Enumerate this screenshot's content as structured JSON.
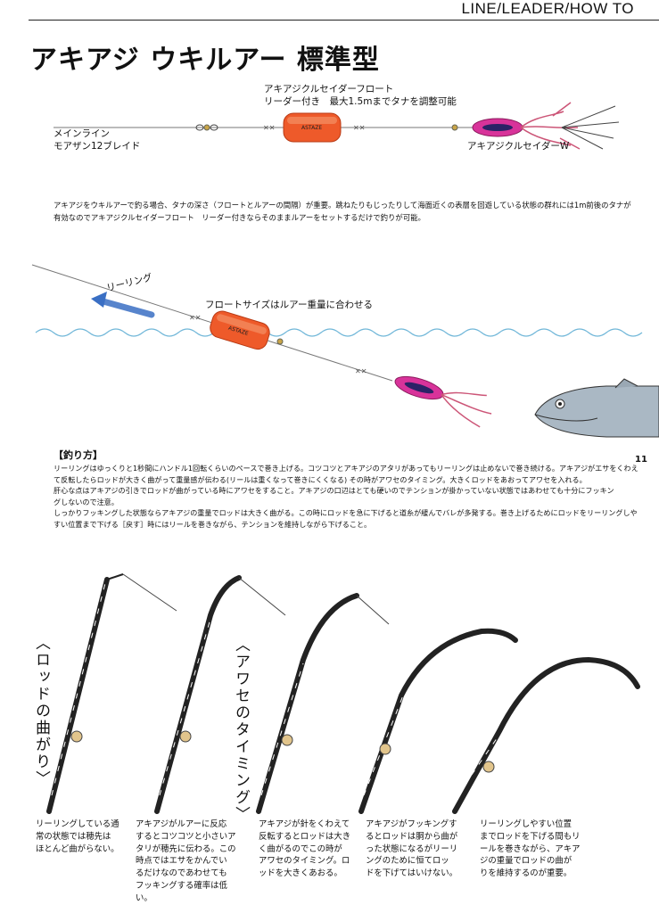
{
  "header": {
    "section": "LINE/LEADER/HOW TO"
  },
  "title": "アキアジ ウキルアー 標準型",
  "rig": {
    "float_name": "アキアジクルセイダーフロート",
    "float_desc": "リーダー付き　最大1.5mまでタナを調整可能",
    "main_line_label": "メインライン",
    "main_line_name": "モアザン12ブレイド",
    "lure_name": "アキアジクルセイダーW"
  },
  "intro": {
    "line1": "アキアジをウキルアーで釣る場合、タナの深さ（フロートとルアーの間隔）が重要。跳ねたりもじったりして海面近くの表層を回遊している状態の群れには1m前後のタナが",
    "line2": "有効なのでアキアジクルセイダーフロート　リーダー付きならそのままルアーをセットするだけで釣りが可能。"
  },
  "diagram": {
    "reeling_label": "リーリング",
    "float_size_label": "フロートサイズはルアー重量に合わせる"
  },
  "method": {
    "heading": "【釣り方】",
    "lines": [
      "リーリングはゆっくりと1秒間にハンドル1回転くらいのペースで巻き上げる。コツコツとアキアジのアタリがあってもリーリングは止めないで巻き続ける。アキアジがエサをくわえ",
      "て反転したらロッドが大きく曲がって重量感が伝わる(リールは重くなって巻きにくくなる) その時がアワセのタイミング。大きくロッドをあおってアワセを入れる。",
      "肝心な点はアキアジの引きでロッドが曲がっている時にアワセをすること。アキアジの口辺はとても硬いのでテンションが掛かっていない状態ではあわせても十分にフッキン",
      "グしないので注意。",
      "しっかりフッキングした状態ならアキアジの重量でロッドは大きく曲がる。この時にロッドを急に下げると道糸が緩んでバレが多発する。巻き上げるためにロッドをリーリングしや",
      "すい位置まで下げる［戻す］時にはリールを巻きながら、テンションを維持しながら下げること。"
    ]
  },
  "page_number": "11",
  "rod_section": {
    "label1": "〈ロッドの曲がり〉",
    "label2": "〈アワセのタイミング〉"
  },
  "captions": [
    [
      "リーリングしている通",
      "常の状態では穂先は",
      "ほとんど曲がらない。"
    ],
    [
      "アキアジがルアーに反応",
      "するとコツコツと小さいア",
      "タリが穂先に伝わる。この",
      "時点ではエサをかんでい",
      "るだけなのであわせても",
      "フッキングする確率は低い。"
    ],
    [
      "アキアジが針をくわえて",
      "反転するとロッドは大き",
      "く曲がるのでこの時が",
      "アワセのタイミング。ロ",
      "ッドを大きくあおる。"
    ],
    [
      "アキアジがフッキングす",
      "るとロッドは胴から曲が",
      "った状態になるがリーリ",
      "ングのために恒てロッ",
      "ドを下げてはいけない。"
    ],
    [
      "リーリングしやすい位置",
      "までロッドを下げる間もリ",
      "ールを巻きながら、アキア",
      "ジの重量でロッドの曲が",
      "りを維持するのが重要。"
    ]
  ],
  "colors": {
    "float_orange": "#ee5a2a",
    "lure_pink": "#d8339a",
    "water_blue": "#6fb6d8",
    "arrow_blue": "#3a6fc4"
  }
}
